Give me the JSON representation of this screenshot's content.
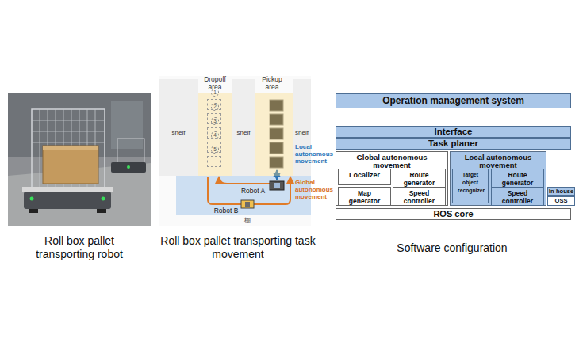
{
  "diagram": {
    "nodes": [
      {
        "text": [
          "Dropoff area"
        ]
      },
      {
        "text": [
          "1"
        ],
        "in": 0
      },
      {
        "text": [
          "2"
        ],
        "in": 0
      },
      {
        "text": [
          "3"
        ],
        "in": 0
      },
      {
        "text": [
          "4"
        ],
        "in": 0
      },
      {
        "text": [
          "5"
        ],
        "in": 0
      },
      {
        "text": [
          "Pickup area"
        ]
      },
      {
        "text": [
          "Operation management system"
        ]
      },
      {
        "text": [
          "Interface"
        ]
      },
      {
        "text": [
          "Task planer"
        ]
      },
      {
        "text": [
          "Global autonomous movement"
        ]
      },
      {
        "text": [
          "Localizer"
        ],
        "in": 10
      },
      {
        "text": [
          "Route generator"
        ],
        "in": 10
      },
      {
        "text": [
          "Map generator"
        ],
        "in": 10
      },
      {
        "text": [
          "Speed controller"
        ],
        "in": 10
      },
      {
        "text": [
          "Local autonomous movement"
        ]
      },
      {
        "text": [
          "Target object recognizer"
        ],
        "in": 15
      },
      {
        "text": [
          "Route generator"
        ],
        "in": 15
      },
      {
        "text": [
          "Speed controller"
        ],
        "in": 15
      },
      {
        "text": [
          "ROS core"
        ]
      }
    ],
    "labels": [
      "shelf",
      "shelf",
      "shelf",
      "Local autonomous movement",
      "Robot A",
      "Global autonomous movement",
      "Robot B",
      "棚",
      "Roll box pallet transporting robot",
      "Roll box pallet transporting task movement",
      "Software configuration"
    ],
    "legend": [
      {
        "text": "In-house",
        "color": "#a9c6e8"
      },
      {
        "text": "OSS",
        "color": "#ffffff"
      }
    ]
  }
}
